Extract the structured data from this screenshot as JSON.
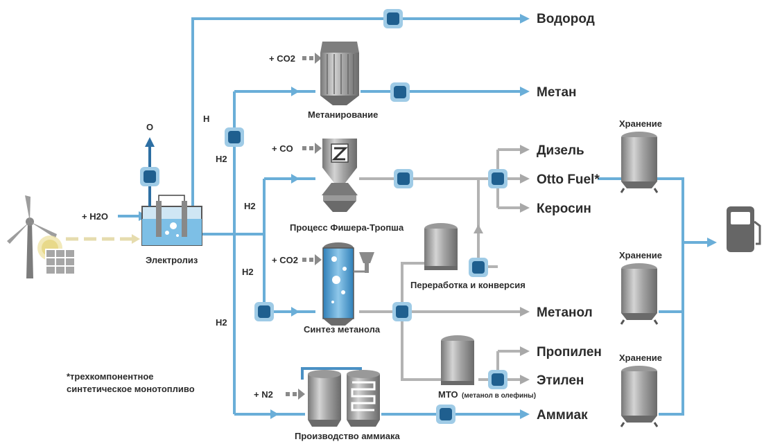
{
  "labels": {
    "hydrogen": "Водород",
    "methane": "Метан",
    "diesel": "Дизель",
    "otto_fuel": "Otto Fuel*",
    "kerosene": "Керосин",
    "methanol": "Метанол",
    "propylene": "Пропилен",
    "ethylene": "Этилен",
    "ammonia": "Аммиак",
    "storage_1": "Хранение",
    "storage_2": "Хранение",
    "storage_3": "Хранение",
    "methanation": "Метанирование",
    "fischer_tropsch": "Процесс Фишера-Тропша",
    "methanol_synthesis": "Синтез метанола",
    "ammonia_production": "Производство аммиака",
    "electrolysis": "Электролиз",
    "processing": "Переработка и конверсия",
    "mto": "MTO",
    "mto_note": "(метанол в олефины)",
    "h_top": "H",
    "h2_1": "H2",
    "h2_2": "H2",
    "h2_3": "H2",
    "h2_4": "H2",
    "oxygen": "O",
    "water_in": "+ H2O",
    "co2_in_1": "+ CO2",
    "co_in": "+ CO",
    "co2_in_2": "+ CO2",
    "n2_in": "+ N2",
    "footnote_1": "*трехкомпонентное",
    "footnote_2": "синтетическое монотопливо"
  },
  "colors": {
    "hydrogen_line": "#6aaed8",
    "product_line": "#b3b3b3",
    "node": "#1f5f8f",
    "node_halo": "#9fcbe6",
    "energy_line": "#e9e2b8",
    "tank": "#9a9a9a"
  },
  "icons": [
    "wind-turbine-icon",
    "solar-panel-icon",
    "sun-icon",
    "fuel-pump-icon",
    "electrolyzer-icon",
    "storage-tank-icon"
  ]
}
